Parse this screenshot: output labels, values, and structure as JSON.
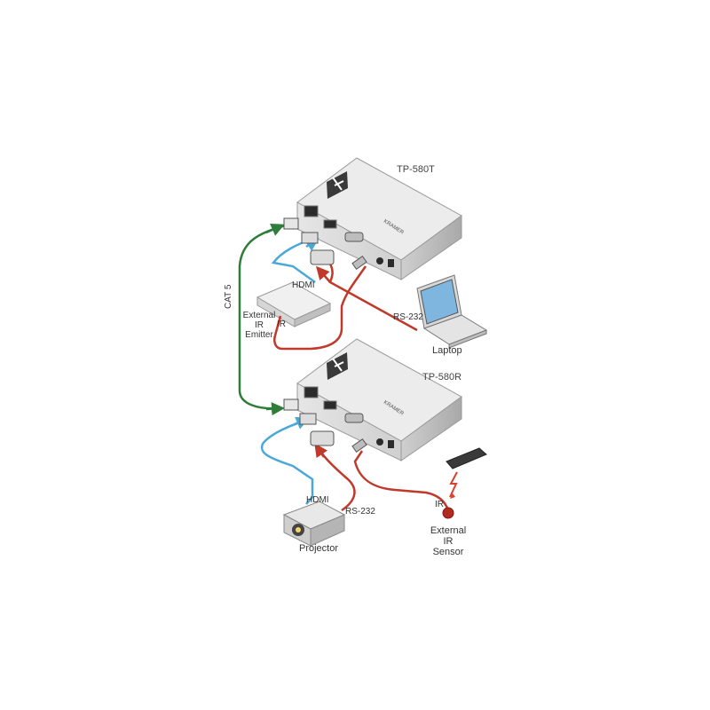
{
  "devices": {
    "transmitter": "TP-580T",
    "receiver": "TP-580R",
    "brand_mark": "KRAMER",
    "brand_logo_text": "K"
  },
  "labels": {
    "cat5": "CAT 5",
    "hdmi_tx": "HDMI",
    "hdmi_rx": "HDMI",
    "emitter_line1": "External",
    "emitter_line2": "IR",
    "emitter_line3": "Emitter",
    "ir_tx": "IR",
    "rs232_tx": "RS-232",
    "laptop": "Laptop",
    "rs232_rx": "RS-232",
    "projector": "Projector",
    "ir_rx": "IR",
    "sensor_line1": "External",
    "sensor_line2": "IR",
    "sensor_line3": "Sensor"
  },
  "colors": {
    "cat5_cable": "#2f7d3a",
    "hdmi_cable": "#4aa8d8",
    "rs232_cable": "#c0392b",
    "ir_cable": "#c0392b",
    "device_body": "#d9d9d9",
    "device_top": "#efefef",
    "logo_bg": "#3a3a3a"
  }
}
